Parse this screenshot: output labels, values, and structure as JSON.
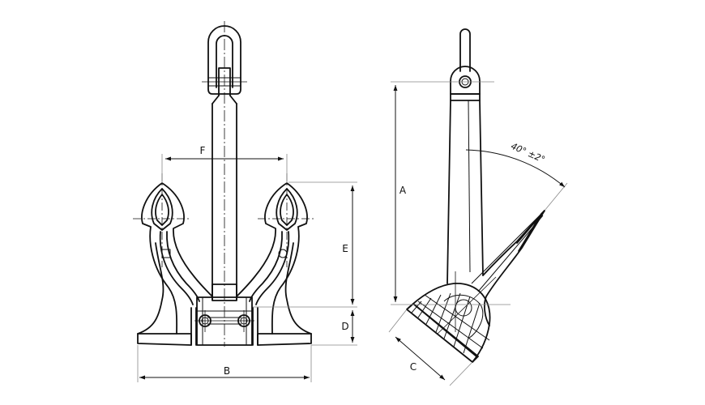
{
  "dimensions": {
    "A": "A",
    "B": "B",
    "C": "C",
    "D": "D",
    "E": "E",
    "F": "F",
    "angle": "40° ±2°"
  }
}
